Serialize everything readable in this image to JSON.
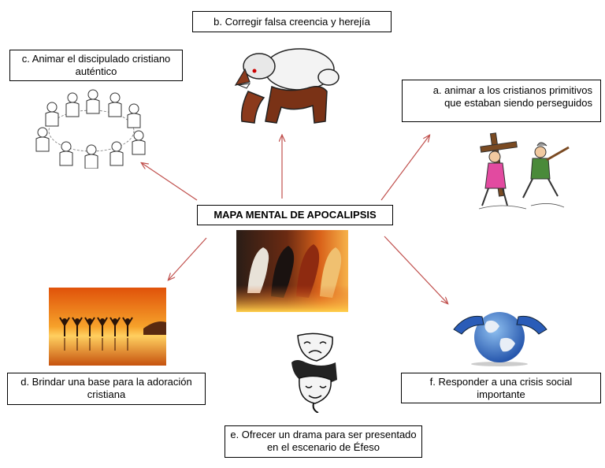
{
  "central": {
    "title": "MAPA MENTAL DE APOCALIPSIS"
  },
  "nodes": {
    "a": "a.  animar a los cristianos  primitivos que estaban siendo perseguidos",
    "b": "b. Corregir falsa creencia y herejía",
    "c": "c. Animar el discipulado cristiano auténtico",
    "d": "d. Brindar una base para la adoración cristiana",
    "e": "e. Ofrecer un drama para ser presentado en el escenario de Éfeso",
    "f": "f. Responder a una crisis social importante"
  },
  "colors": {
    "arrow": "#c0504d",
    "box_border": "#000000"
  },
  "images": [
    "wolf-in-sheep-clothing",
    "disciples-circle-sketch",
    "persecution-cartoon",
    "four-horsemen",
    "sunset-worship-silhouettes",
    "dramatic-masks",
    "globe-hands"
  ]
}
